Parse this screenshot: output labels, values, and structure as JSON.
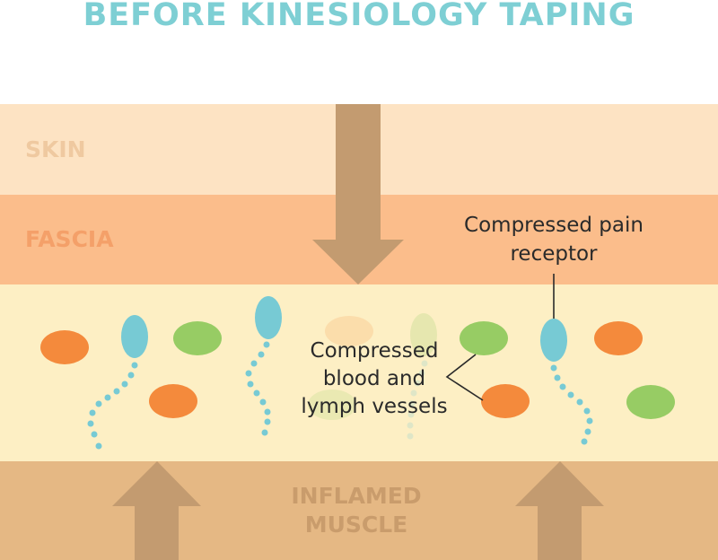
{
  "title": "BEFORE KINESIOLOGY TAPING",
  "layers": {
    "skin": "SKIN",
    "fascia": "FASCIA",
    "muscle_line1": "INFLAMED",
    "muscle_line2": "MUSCLE"
  },
  "annotations": {
    "pain_receptor_line1": "Compressed pain",
    "pain_receptor_line2": "receptor",
    "vessels_line1": "Compressed",
    "vessels_line2": "blood and",
    "vessels_line3": "lymph vessels"
  },
  "colors": {
    "title": "#7ecfd4",
    "skin_band": "#fde3c3",
    "fascia_band": "#fbbd8b",
    "tissue_band": "#fdefc4",
    "muscle_band": "#e5b884",
    "arrow": "#c39b70",
    "skin_label": "#efc9a0",
    "fascia_label": "#f4a069",
    "muscle_label": "#c99c6c",
    "blood_vessel": "#f48a3c",
    "lymph_vessel": "#97cc64",
    "pain_receptor": "#77cad4",
    "annotation_text": "#2a2a2a"
  }
}
